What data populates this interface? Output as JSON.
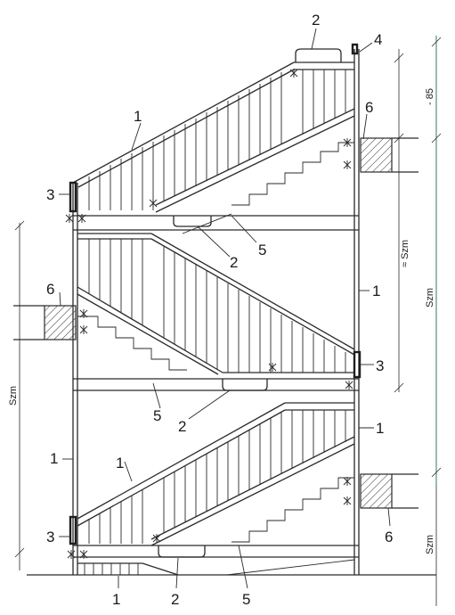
{
  "callouts": {
    "c1": "1",
    "c2": "2",
    "c3": "3",
    "c4": "4",
    "c5": "5",
    "c6": "6"
  },
  "dimensions": {
    "szm": "Szm",
    "approx_szm": "≈ Szm",
    "minus_85": "- 85"
  },
  "colors": {
    "ink": "#2a2a2a",
    "green_line": "#1e6a4a"
  }
}
